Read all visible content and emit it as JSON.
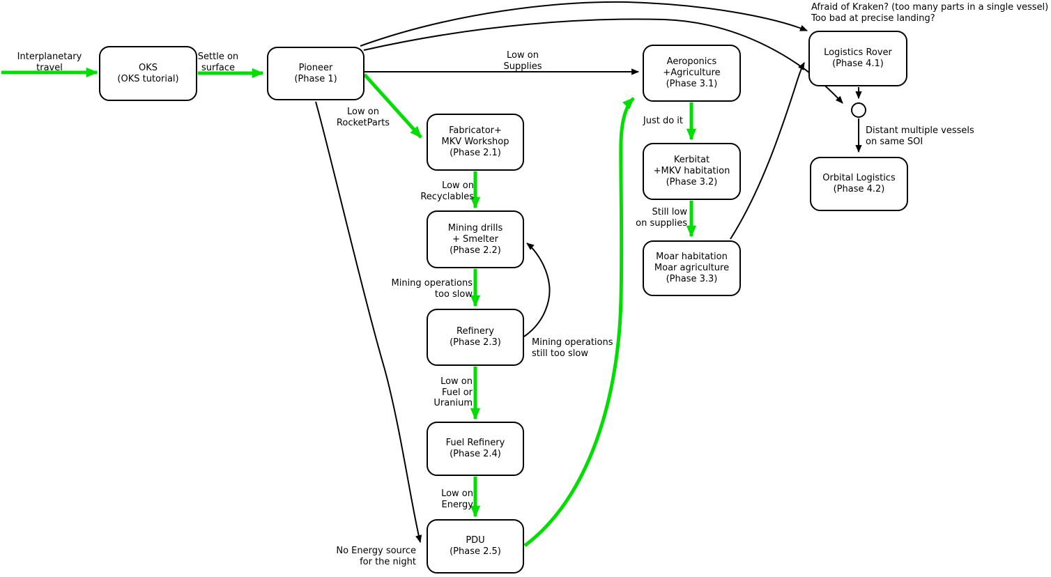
{
  "colors": {
    "flow_green": "#00dd00",
    "edge_black": "#000000",
    "node_fill": "#ffffff",
    "background": "#ffffff"
  },
  "nodes": {
    "oks": {
      "label": "OKS\n(OKS tutorial)"
    },
    "pioneer": {
      "label": "Pioneer\n(Phase 1)"
    },
    "fabricator": {
      "label": "Fabricator+\nMKV Workshop\n(Phase 2.1)"
    },
    "mining_drills": {
      "label": "Mining drills\n+ Smelter\n(Phase 2.2)"
    },
    "refinery": {
      "label": "Refinery\n(Phase 2.3)"
    },
    "fuel_refinery": {
      "label": "Fuel Refinery\n(Phase 2.4)"
    },
    "pdu": {
      "label": "PDU\n(Phase 2.5)"
    },
    "aeroponics": {
      "label": "Aeroponics\n+Agriculture\n(Phase 3.1)"
    },
    "kerbitat": {
      "label": "Kerbitat\n+MKV habitation\n(Phase 3.2)"
    },
    "moar": {
      "label": "Moar habitation\nMoar agriculture\n(Phase 3.3)"
    },
    "logistics_rover": {
      "label": "Logistics Rover\n(Phase 4.1)"
    },
    "orbital_logistics": {
      "label": "Orbital Logistics\n(Phase 4.2)"
    }
  },
  "edge_labels": {
    "interplanetary_travel": "Interplanetary\ntravel",
    "settle_on_surface": "Settle on\nsurface",
    "low_on_rocketparts": "Low on\nRocketParts",
    "low_on_supplies": "Low on\nSupplies",
    "low_on_recyclables": "Low on\nRecyclables",
    "mining_too_slow": "Mining operations\ntoo slow",
    "mining_still_too_slow": "Mining operations\nstill too slow",
    "low_on_fuel_or_uranium": "Low on\nFuel or\nUranium",
    "low_on_energy": "Low on\nEnergy",
    "no_energy_source": "No Energy source\nfor the night",
    "just_do_it": "Just do it",
    "still_low_on_supplies": "Still low\non supplies",
    "distant_vessels": "Distant multiple vessels\non same SOI"
  },
  "annotations": {
    "kraken_note": "Afraid of Kraken? (too many  parts in a single vessel)\nToo bad at precise landing?"
  }
}
